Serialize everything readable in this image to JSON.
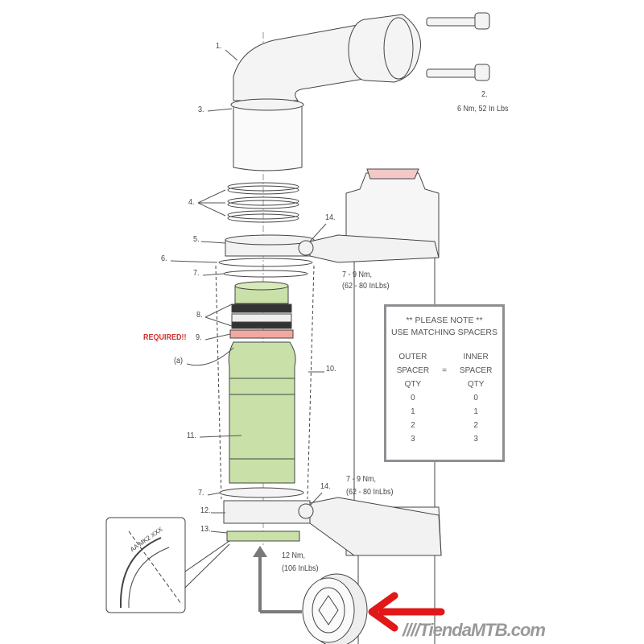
{
  "labels": {
    "l1": "1.",
    "l2": "2.",
    "l2_torque": "6 Nm, 52 In Lbs",
    "l3": "3.",
    "l4": "4.",
    "l5": "5.",
    "l14a": "14.",
    "l6": "6.",
    "l7a": "7.",
    "torque_upper_1": "7 - 9 Nm,",
    "torque_upper_2": "(62 - 80 InLbs)",
    "l8": "8.",
    "required": "REQUIRED!!",
    "l9": "9.",
    "la": "(a)",
    "l10": "10.",
    "l11": "11.",
    "l7b": "7.",
    "l14b": "14.",
    "torque_lower_1": "7 - 9 Nm,",
    "torque_lower_2": "(62 - 80 InLbs)",
    "l12": "12.",
    "l13": "13.",
    "torque_cup_1": "12 Nm,",
    "torque_cup_2": "(106 InLbs)",
    "detail_marking": "AA MK2 XXX"
  },
  "note": {
    "title": "** PLEASE NOTE **",
    "subtitle": "USE MATCHING SPACERS",
    "outer_header": [
      "OUTER",
      "SPACER",
      "QTY"
    ],
    "equals": "=",
    "inner_header": [
      "INNER",
      "SPACER",
      "QTY"
    ],
    "rows": [
      [
        "0",
        "0"
      ],
      [
        "1",
        "1"
      ],
      [
        "2",
        "2"
      ],
      [
        "3",
        "3"
      ]
    ]
  },
  "watermark": "////TiendaMTB.com",
  "colors": {
    "green": "#c9e0a8",
    "pink": "#f0a8a0",
    "red_arrow": "#e01818",
    "gray_arrow": "#7a7a7a",
    "required": "#c33333"
  }
}
